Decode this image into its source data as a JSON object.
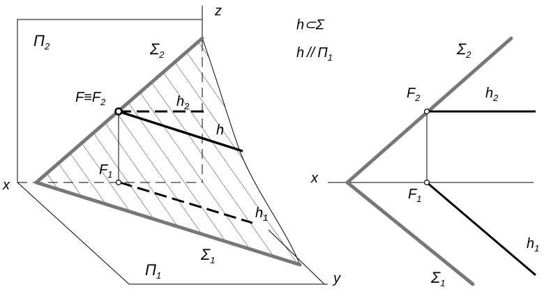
{
  "left": {
    "plane_front": "Π",
    "plane_front_sub": "2",
    "plane_horizontal": "Π",
    "plane_horizontal_sub": "1",
    "axis_z": "z",
    "axis_x": "x",
    "axis_y": "y",
    "sigma2": "Σ",
    "sigma2_sub": "2",
    "sigma1": "Σ",
    "sigma1_sub": "1",
    "point_f_equiv": "F≡F",
    "point_f_equiv_sub": "2",
    "point_f1": "F",
    "point_f1_sub": "1",
    "h2": "h",
    "h2_sub": "2",
    "h": "h",
    "h1": "h",
    "h1_sub": "1"
  },
  "relations": {
    "line1_a": "h",
    "line1_sym": "⊂",
    "line1_b": "Σ",
    "line2_a": "h",
    "line2_sym": "//",
    "line2_b": "Π",
    "line2_b_sub": "1"
  },
  "right": {
    "sigma2": "Σ",
    "sigma2_sub": "2",
    "sigma1": "Σ",
    "sigma1_sub": "1",
    "f2": "F",
    "f2_sub": "2",
    "f1": "F",
    "f1_sub": "1",
    "h2": "h",
    "h2_sub": "2",
    "h1": "h",
    "h1_sub": "1",
    "axis_x": "x"
  }
}
